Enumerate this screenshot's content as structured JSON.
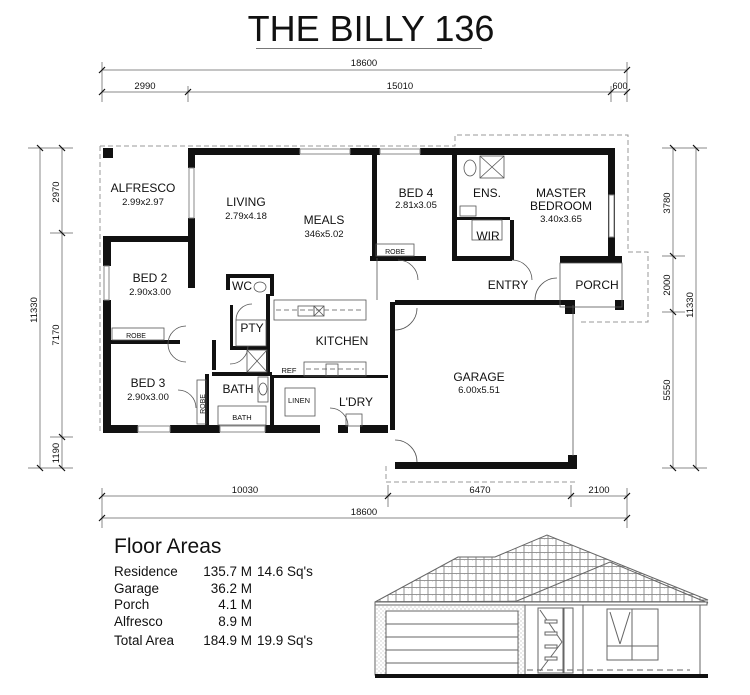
{
  "title": "THE BILLY 136",
  "dimensions": {
    "top_overall": "18600",
    "top_segments": [
      "2990",
      "15010",
      "600"
    ],
    "bottom_segments": [
      "10030",
      "6470",
      "2100"
    ],
    "bottom_overall": "18600",
    "left_overall": "11330",
    "left_segments": [
      "2970",
      "7170",
      "1190"
    ],
    "right_overall": "11330",
    "right_segments": [
      "3780",
      "2000",
      "5550"
    ]
  },
  "rooms": {
    "alfresco": {
      "name": "ALFRESCO",
      "size": "2.99x2.97"
    },
    "living": {
      "name": "LIVING",
      "size": "2.79x4.18"
    },
    "meals": {
      "name": "MEALS",
      "size": "346x5.02"
    },
    "bed4": {
      "name": "BED 4",
      "size": "2.81x3.05"
    },
    "ens": {
      "name": "ENS."
    },
    "wir": {
      "name": "WIR"
    },
    "master": {
      "name1": "MASTER",
      "name2": "BEDROOM",
      "size": "3.40x3.65"
    },
    "entry": {
      "name": "ENTRY"
    },
    "porch": {
      "name": "PORCH"
    },
    "bed2": {
      "name": "BED 2",
      "size": "2.90x3.00"
    },
    "bed3": {
      "name": "BED 3",
      "size": "2.90x3.00"
    },
    "wc": {
      "name": "WC"
    },
    "pty": {
      "name": "PTY"
    },
    "kitchen": {
      "name": "KITCHEN"
    },
    "ref": {
      "name": "REF"
    },
    "bath": {
      "name": "BATH"
    },
    "bathtub": {
      "name": "BATH"
    },
    "linen": {
      "name": "LINEN"
    },
    "ldry": {
      "name": "L'DRY"
    },
    "garage": {
      "name": "GARAGE",
      "size": "6.00x5.51"
    },
    "robe_bed2": {
      "name": "ROBE"
    },
    "robe_bed3": {
      "name": "ROBE"
    },
    "robe_bed4": {
      "name": "ROBE"
    }
  },
  "floor_areas": {
    "heading": "Floor Areas",
    "rows": [
      {
        "label": "Residence",
        "value": "135.7 M",
        "squares": "14.6 Sq's"
      },
      {
        "label": "Garage",
        "value": "36.2 M",
        "squares": ""
      },
      {
        "label": "Porch",
        "value": "4.1 M",
        "squares": ""
      },
      {
        "label": "Alfresco",
        "value": "8.9 M",
        "squares": ""
      }
    ],
    "total": {
      "label": "Total Area",
      "value": "184.9 M",
      "squares": "19.9 Sq's"
    }
  },
  "colors": {
    "wall": "#111111",
    "dimension_line": "#888888",
    "dashed_outline": "#999999",
    "background": "#ffffff"
  }
}
